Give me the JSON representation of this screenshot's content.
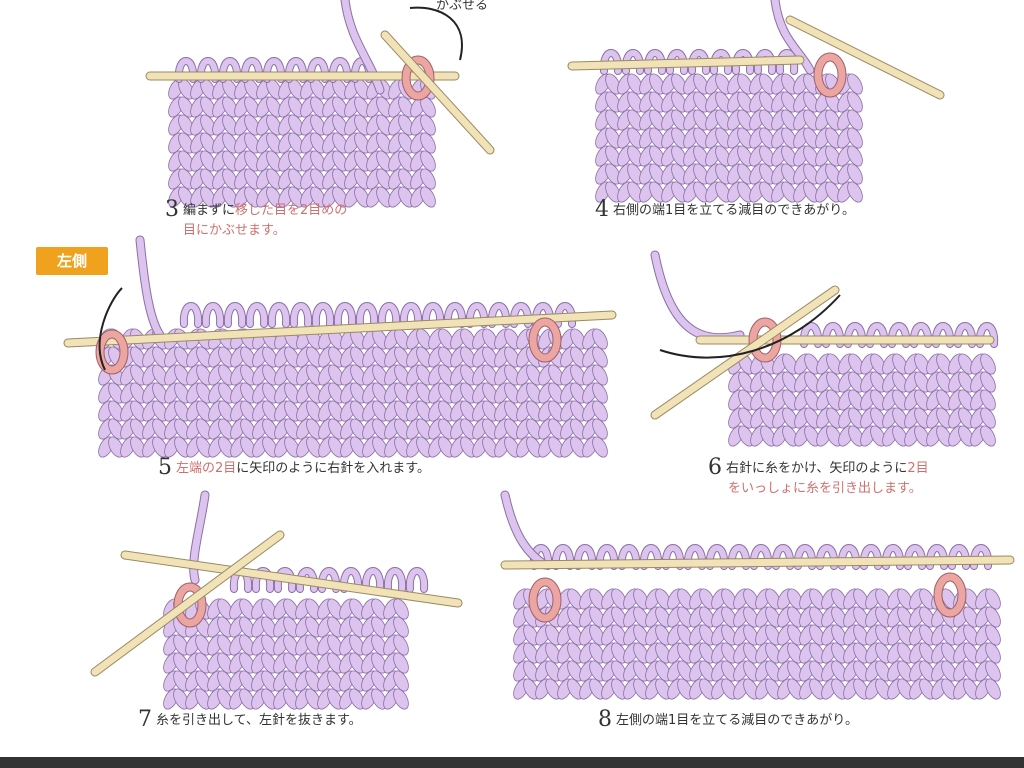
{
  "colors": {
    "yarn": "#dcc4ee",
    "yarn_outline": "#8a70a6",
    "accent_stitch": "#eba6a2",
    "needle": "#f2e2b8",
    "tag": "#f0a21e",
    "highlight_text": "#d0706e"
  },
  "top_label": "かぶせる",
  "side_tag": "左側",
  "steps": [
    {
      "num": "3",
      "parts": [
        {
          "t": "編まずに",
          "pink": false
        },
        {
          "t": "移した目を2目めの",
          "pink": true
        }
      ],
      "line2": "目にかぶせます。"
    },
    {
      "num": "4",
      "parts": [
        {
          "t": "右側の端1目を立てる減目のできあがり。",
          "pink": false
        }
      ]
    },
    {
      "num": "5",
      "parts": [
        {
          "t": "左端の2目",
          "pink": true
        },
        {
          "t": "に矢印のように右針を入れます。",
          "pink": false
        }
      ]
    },
    {
      "num": "6",
      "parts": [
        {
          "t": "右針に糸をかけ、矢印のように",
          "pink": false
        },
        {
          "t": "2目",
          "pink": true
        }
      ],
      "line2": "をいっしょに糸を引き出します。"
    },
    {
      "num": "7",
      "parts": [
        {
          "t": "糸を引き出して、左針を抜きます。",
          "pink": false
        }
      ]
    },
    {
      "num": "8",
      "parts": [
        {
          "t": "左側の端1目を立てる減目のできあがり。",
          "pink": false
        }
      ]
    }
  ]
}
